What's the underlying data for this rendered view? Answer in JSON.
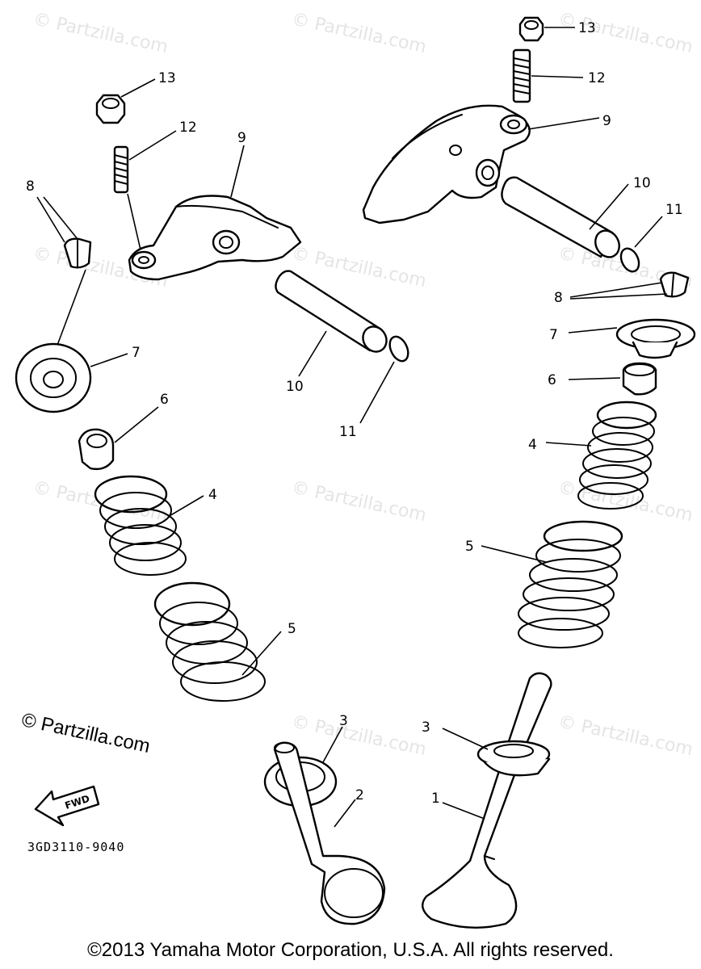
{
  "watermark": {
    "text": "© Partzilla.com"
  },
  "callouts": {
    "c13a": "13",
    "c12a": "12",
    "c9a": "9",
    "c8a": "8",
    "c7a": "7",
    "c6a": "6",
    "c4a": "4",
    "c5a": "5",
    "c10a": "10",
    "c11a": "11",
    "c13b": "13",
    "c12b": "12",
    "c9b": "9",
    "c10b": "10",
    "c11b": "11",
    "c8b": "8",
    "c7b": "7",
    "c6b": "6",
    "c4b": "4",
    "c5b": "5",
    "c3a": "3",
    "c2": "2",
    "c3b": "3",
    "c1": "1"
  },
  "fwd_label": "FWD",
  "part_code": "3GD3110-9040",
  "copyright": "©2013 Yamaha Motor Corporation, U.S.A. All rights reserved.",
  "colors": {
    "ink": "#000000",
    "watermark": "#cfcfcf",
    "background": "#ffffff"
  }
}
